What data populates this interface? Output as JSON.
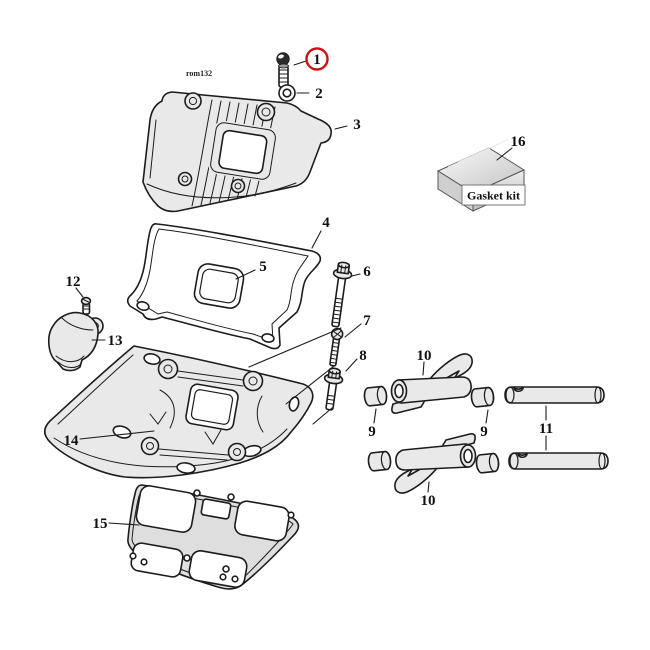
{
  "drawing": {
    "code": "rom132",
    "line_color": "#1c1c1c",
    "part_fill": "#e9e9e9",
    "highlight_color": "#cc1111",
    "background": "#ffffff"
  },
  "parts": {
    "1": {
      "number": "1",
      "shape": "cover-screw",
      "highlighted": true
    },
    "2": {
      "number": "2",
      "shape": "washer"
    },
    "3": {
      "number": "3",
      "shape": "rocker-box-cover"
    },
    "4": {
      "number": "4",
      "shape": "cover-gasket"
    },
    "5": {
      "number": "5",
      "shape": "inner-gasket"
    },
    "6": {
      "number": "6",
      "shape": "long-flange-bolt"
    },
    "7": {
      "number": "7",
      "shape": "stud-bolt"
    },
    "8": {
      "number": "8",
      "shape": "short-flange-bolt"
    },
    "9": {
      "number": "9",
      "shape": "rocker-arm-bushing"
    },
    "10": {
      "number": "10",
      "shape": "rocker-arm"
    },
    "11": {
      "number": "11",
      "shape": "rocker-shaft"
    },
    "12": {
      "number": "12",
      "shape": "breather-screw"
    },
    "13": {
      "number": "13",
      "shape": "breather-cap"
    },
    "14": {
      "number": "14",
      "shape": "rocker-box-lower-housing"
    },
    "15": {
      "number": "15",
      "shape": "lower-gasket"
    },
    "16": {
      "number": "16",
      "shape": "gasket-kit-box",
      "label": "Gasket kit"
    }
  }
}
